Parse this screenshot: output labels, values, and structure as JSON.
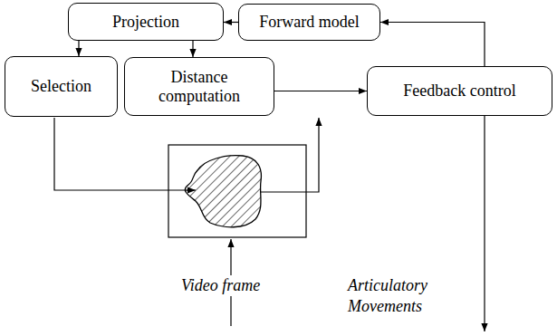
{
  "diagram": {
    "nodes": [
      {
        "text": [
          "Projection"
        ]
      },
      {
        "text": [
          "Forward model"
        ]
      },
      {
        "text": [
          "Selection"
        ]
      },
      {
        "text": [
          "Distance computation"
        ]
      },
      {
        "text": [
          "Feedback control"
        ]
      }
    ],
    "edges": [
      {
        "from": 1,
        "to": 0,
        "arrow": "to"
      },
      {
        "from": 0,
        "to": 2,
        "arrow": "to"
      },
      {
        "from": 0,
        "to": 3,
        "arrow": "to"
      },
      {
        "from": 3,
        "to": 4,
        "arrow": "to"
      },
      {
        "from": 4,
        "to": 1,
        "arrow": "to"
      }
    ],
    "labels": [
      "Video frame",
      "Articulatory Movements"
    ]
  }
}
